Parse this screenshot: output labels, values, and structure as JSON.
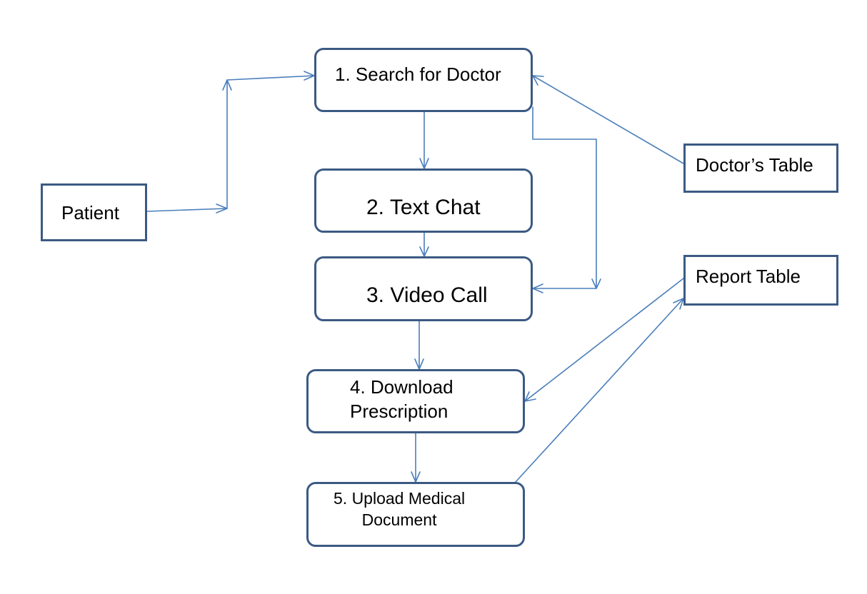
{
  "nodes": {
    "search_doctor": "1. Search for Doctor",
    "text_chat": "2. Text Chat",
    "video_call": "3. Video Call",
    "download_prescription": "4. Download\nPrescription",
    "upload_document": "5. Upload Medical\nDocument",
    "patient": "Patient",
    "doctors_table": "Doctor’s Table",
    "report_table": "Report Table"
  },
  "colors": {
    "box_border": "#3b5a82",
    "connector": "#4a7ebb",
    "background": "#ffffff",
    "text": "#000000"
  }
}
